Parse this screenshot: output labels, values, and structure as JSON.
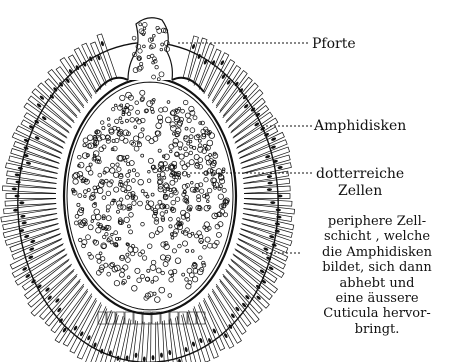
{
  "labels": {
    "pforte": "Pforte",
    "amphidisken": "Amphidisken",
    "dotterreiche_lines": [
      "dotterreiche",
      "Zellen"
    ],
    "peripher_lines": [
      "periphere Zell-",
      "schicht , welche",
      "die Amphidisken",
      "bildet, sich dann",
      "abhebt und",
      "eine äussere",
      "Cuticula hervor-",
      "bringt."
    ]
  },
  "colors": {
    "ink": "#111111",
    "paper": "#ffffff"
  }
}
